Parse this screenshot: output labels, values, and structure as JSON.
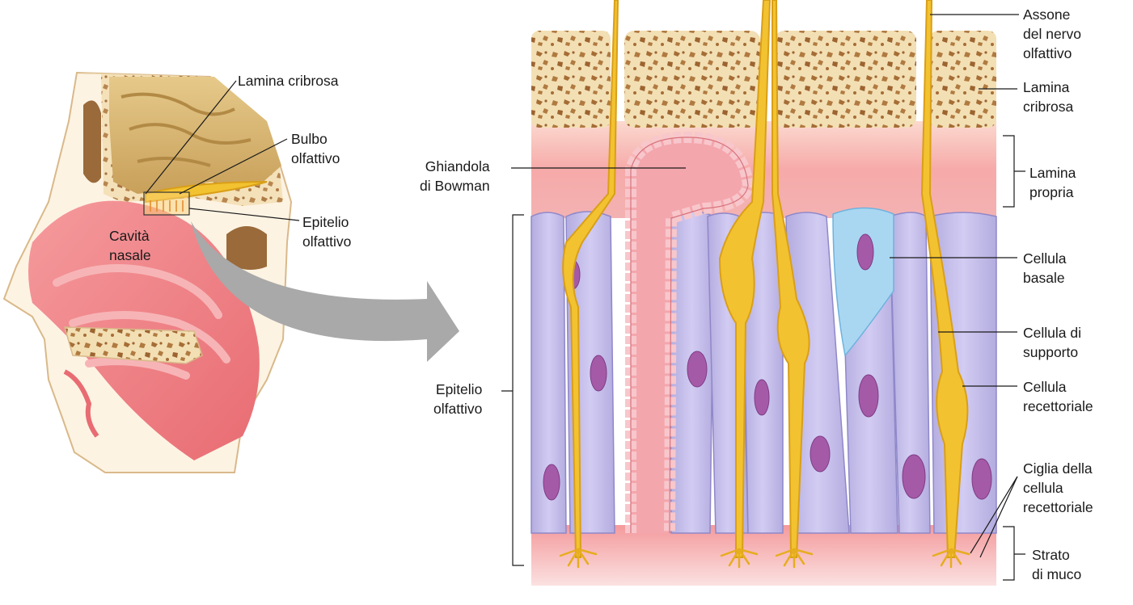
{
  "labels": {
    "lamina_cribrosa_left": "Lamina cribrosa",
    "bulbo_olfattivo": "Bulbo\nolfattivo",
    "epitelio_olfattivo_left": "Epitelio\nolfattivo",
    "cavita_nasale": "Cavità\nnasale",
    "ghiandola_bowman": "Ghiandola\ndi Bowman",
    "epitelio_olfattivo_right": "Epitelio\nolfattivo",
    "assone_nervo_olfattivo": "Assone\ndel nervo\nolfattivo",
    "lamina_cribrosa_right": "Lamina\ncribrosa",
    "lamina_propria": "Lamina\npropria",
    "cellula_basale": "Cellula\nbasale",
    "cellula_supporto": "Cellula di\nsupporto",
    "cellula_recettoriale": "Cellula\nrecettoriale",
    "ciglia": "Ciglia della\ncellula\nrecettoriale",
    "strato_muco": "Strato\ndi muco"
  },
  "colors": {
    "bone": "#f3dfb4",
    "bone_pore": "#b07a40",
    "lamina_propria": "#f7b8b8",
    "support_cell": "#c7c1ec",
    "nucleus": "#a55aa8",
    "receptor_cell": "#f3c230",
    "basal_cell": "#a9d7f2",
    "gland": "#f4a6ad",
    "mucus": "#f5a3a3",
    "nasal_tissue": "#f07d82",
    "arrow": "#a9a9a9"
  }
}
